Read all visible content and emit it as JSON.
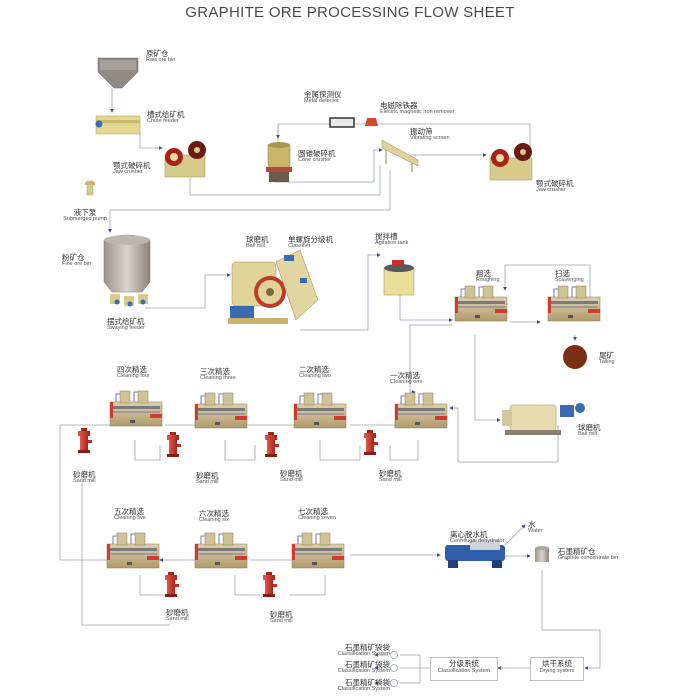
{
  "title": "GRAPHITE ORE PROCESSING FLOW SHEET",
  "colors": {
    "line": "#9aa3b5",
    "arrow": "#3b4a8c",
    "cell_body": "#c8b488",
    "cell_red": "#d23a2e",
    "sand_mill": "#c8302a",
    "blue_motor": "#3a6bb0",
    "tailing": "#7a2e14"
  },
  "equipment": {
    "raw_ore_bin": {
      "cn": "原矿仓",
      "en": "Raw ore bin"
    },
    "chute_feeder": {
      "cn": "槽式给矿机",
      "en": "Chute feeder"
    },
    "jaw_crusher_1": {
      "cn": "颚式破碎机",
      "en": "Jaw crusher"
    },
    "metal_detector": {
      "cn": "金属探测仪",
      "en": "Metal detector"
    },
    "iron_remover": {
      "cn": "电磁除铁器",
      "en": "Electric magnetic iron remover"
    },
    "cone_crusher": {
      "cn": "圆锥破碎机",
      "en": "Cone crusher"
    },
    "vibrating_screen": {
      "cn": "振动筛",
      "en": "Vibrating screen"
    },
    "jaw_crusher_2": {
      "cn": "颚式破碎机",
      "en": "Jaw crusher"
    },
    "submerged_pump": {
      "cn": "液下泵",
      "en": "Submerged pump"
    },
    "fine_ore_bin": {
      "cn": "粉矿仓",
      "en": "Fine ore bin"
    },
    "swaying_feeder": {
      "cn": "摆式给矿机",
      "en": "Swaying feeder"
    },
    "ball_mill_1": {
      "cn": "球磨机",
      "en": "Ball mill"
    },
    "classifier": {
      "cn": "单螺旋分级机",
      "en": "Classifier"
    },
    "agitation_tank": {
      "cn": "搅拌槽",
      "en": "Agitation tank"
    },
    "roughing": {
      "cn": "粗选",
      "en": "Roughing"
    },
    "scavenging": {
      "cn": "扫选",
      "en": "Scavenging"
    },
    "tailing": {
      "cn": "尾矿",
      "en": "Tailing"
    },
    "cleaning_four": {
      "cn": "四次精选",
      "en": "Cleaning four"
    },
    "cleaning_three": {
      "cn": "三次精选",
      "en": "Cleaning three"
    },
    "cleaning_two": {
      "cn": "二次精选",
      "en": "Cleaning two"
    },
    "cleaning_one": {
      "cn": "一次精选",
      "en": "Cleaning one"
    },
    "ball_mill_2": {
      "cn": "球磨机",
      "en": "Ball mill"
    },
    "sand_mill": {
      "cn": "砂磨机",
      "en": "Sand mill"
    },
    "cleaning_five": {
      "cn": "五次精选",
      "en": "Cleaning five"
    },
    "cleaning_six": {
      "cn": "六次精选",
      "en": "Cleaning six"
    },
    "cleaning_seven": {
      "cn": "七次精选",
      "en": "Cleaning seven"
    },
    "centrifugal_dehydrator": {
      "cn": "离心脱水机",
      "en": "Centrifugal dehydrator"
    },
    "water": {
      "cn": "水",
      "en": "Water"
    },
    "graphite_concentrate_bin": {
      "cn": "石墨精矿仓",
      "en": "Graphite concentrate bin"
    }
  },
  "systems": {
    "classification_outputs": [
      {
        "cn": "石墨精矿袋袋",
        "en": "Classification System"
      },
      {
        "cn": "石墨精矿袋袋",
        "en": "Classification System"
      },
      {
        "cn": "石墨精矿袋袋",
        "en": "Classification System"
      }
    ],
    "classification": {
      "cn": "分级系统",
      "en": "Classification System"
    },
    "drying": {
      "cn": "烘干系统",
      "en": "Drying system"
    }
  }
}
